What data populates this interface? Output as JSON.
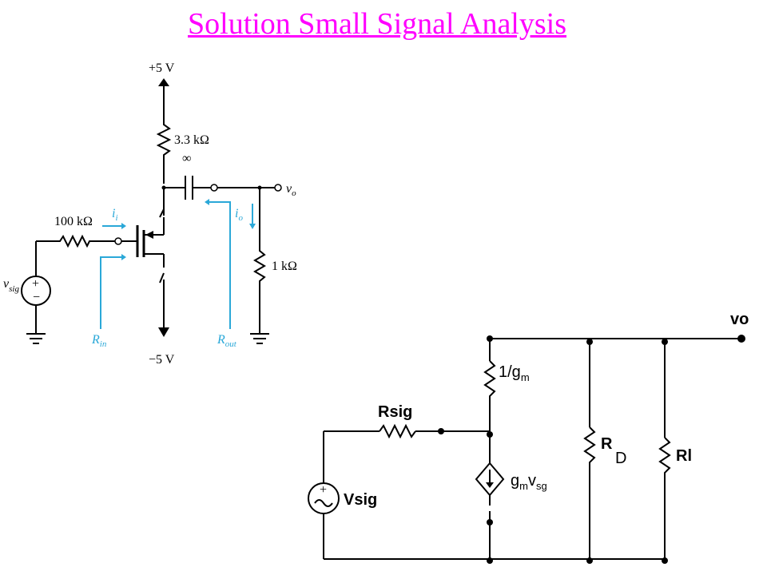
{
  "title": "Solution Small Signal Analysis",
  "colors": {
    "title": "#ff00ff",
    "arrows": "#2aa8d8",
    "wires": "#000000"
  },
  "original_circuit": {
    "supply_top": "+5 V",
    "supply_bottom": "−5 V",
    "rd": "3.3 kΩ",
    "cap": "∞",
    "rsig": "100 kΩ",
    "rl": "1 kΩ",
    "vsig": "v",
    "vsig_sub": "sig",
    "vo": "v",
    "vo_sub": "o",
    "ii": "i",
    "ii_sub": "i",
    "io": "i",
    "io_sub": "o",
    "rin": "R",
    "rin_sub": "in",
    "rout": "R",
    "rout_sub": "out"
  },
  "small_signal": {
    "vo": "vo",
    "one_over_gm": "1/g",
    "one_over_gm_sub": "m",
    "rsig": "Rsig",
    "vsig": "Vsig",
    "gm_a": "g",
    "gm_a_sub": "m",
    "gm_b": "v",
    "gm_b_sub": "sg",
    "rd_a": "R",
    "rd_b": "D",
    "rl": "Rl"
  }
}
